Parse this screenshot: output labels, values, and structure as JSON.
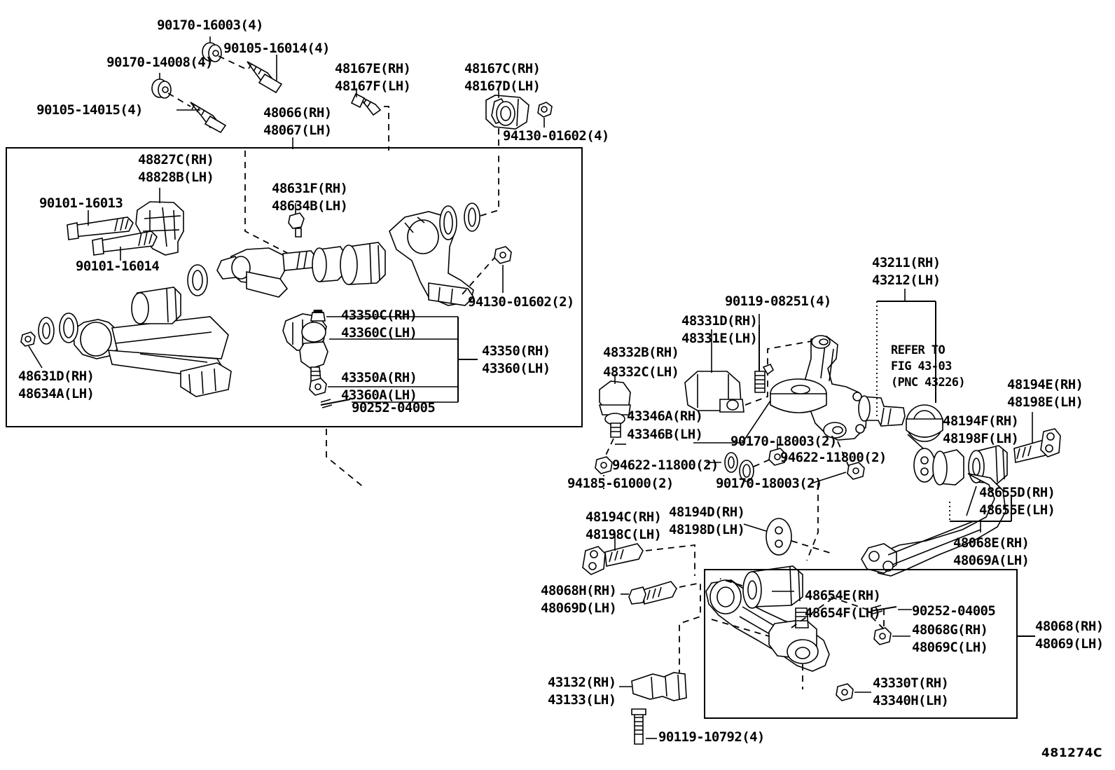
{
  "diagram": {
    "id": "481274C",
    "refer_note_line1": "REFER TO",
    "refer_note_line2": "FIG 43-03",
    "refer_note_line3": "(PNC 43226)"
  },
  "labels": {
    "l_90170_16003": "90170-16003(4)",
    "l_90170_14008": "90170-14008(4)",
    "l_90105_16014": "90105-16014(4)",
    "l_90105_14015": "90105-14015(4)",
    "l_48167E": "48167E(RH)",
    "l_48167F": "48167F(LH)",
    "l_48167C": "48167C(RH)",
    "l_48167D": "48167D(LH)",
    "l_94130_01602_4": "94130-01602(4)",
    "l_48066": "48066(RH)",
    "l_48067": "48067(LH)",
    "l_48827C": "48827C(RH)",
    "l_48828B": "48828B(LH)",
    "l_48631F": "48631F(RH)",
    "l_48634B": "48634B(LH)",
    "l_90101_16013": "90101-16013",
    "l_90101_16014": "90101-16014",
    "l_48631D": "48631D(RH)",
    "l_48634A": "48634A(LH)",
    "l_94130_01602_2": "94130-01602(2)",
    "l_43350C": "43350C(RH)",
    "l_43360C": "43360C(LH)",
    "l_43350A": "43350A(RH)",
    "l_43360A": "43360A(LH)",
    "l_90252_04005_a": "90252-04005",
    "l_43350": "43350(RH)",
    "l_43360": "43360(LH)",
    "l_90119_08251": "90119-08251(4)",
    "l_48331D": "48331D(RH)",
    "l_48331E": "48331E(LH)",
    "l_48332B": "48332B(RH)",
    "l_48332C": "48332C(LH)",
    "l_43346A": "43346A(RH)",
    "l_43346B": "43346B(LH)",
    "l_94622_11800_left": "94622-11800(2)",
    "l_94622_11800_right": "94622-11800(2)",
    "l_94185_61000": "94185-61000(2)",
    "l_90170_18003_upper": "90170-18003(2)",
    "l_90170_18003_lower": "90170-18003(2)",
    "l_43211": "43211(RH)",
    "l_43212": "43212(LH)",
    "l_48194E": "48194E(RH)",
    "l_48198E": "48198E(LH)",
    "l_48194F": "48194F(RH)",
    "l_48198F": "48198F(LH)",
    "l_48655D": "48655D(RH)",
    "l_48655E": "48655E(LH)",
    "l_48068E": "48068E(RH)",
    "l_48069A": "48069A(LH)",
    "l_48194C": "48194C(RH)",
    "l_48198C": "48198C(LH)",
    "l_48194D": "48194D(RH)",
    "l_48198D": "48198D(LH)",
    "l_48068H": "48068H(RH)",
    "l_48069D": "48069D(LH)",
    "l_43132": "43132(RH)",
    "l_43133": "43133(LH)",
    "l_90119_10792": "90119-10792(4)",
    "l_48654E": "48654E(RH)",
    "l_48654F": "48654F(LH)",
    "l_90252_04005_b": "90252-04005",
    "l_48068G": "48068G(RH)",
    "l_48069C": "48069C(LH)",
    "l_43330T": "43330T(RH)",
    "l_43340H": "43340H(LH)",
    "l_48068": "48068(RH)",
    "l_48069": "48069(LH)"
  }
}
